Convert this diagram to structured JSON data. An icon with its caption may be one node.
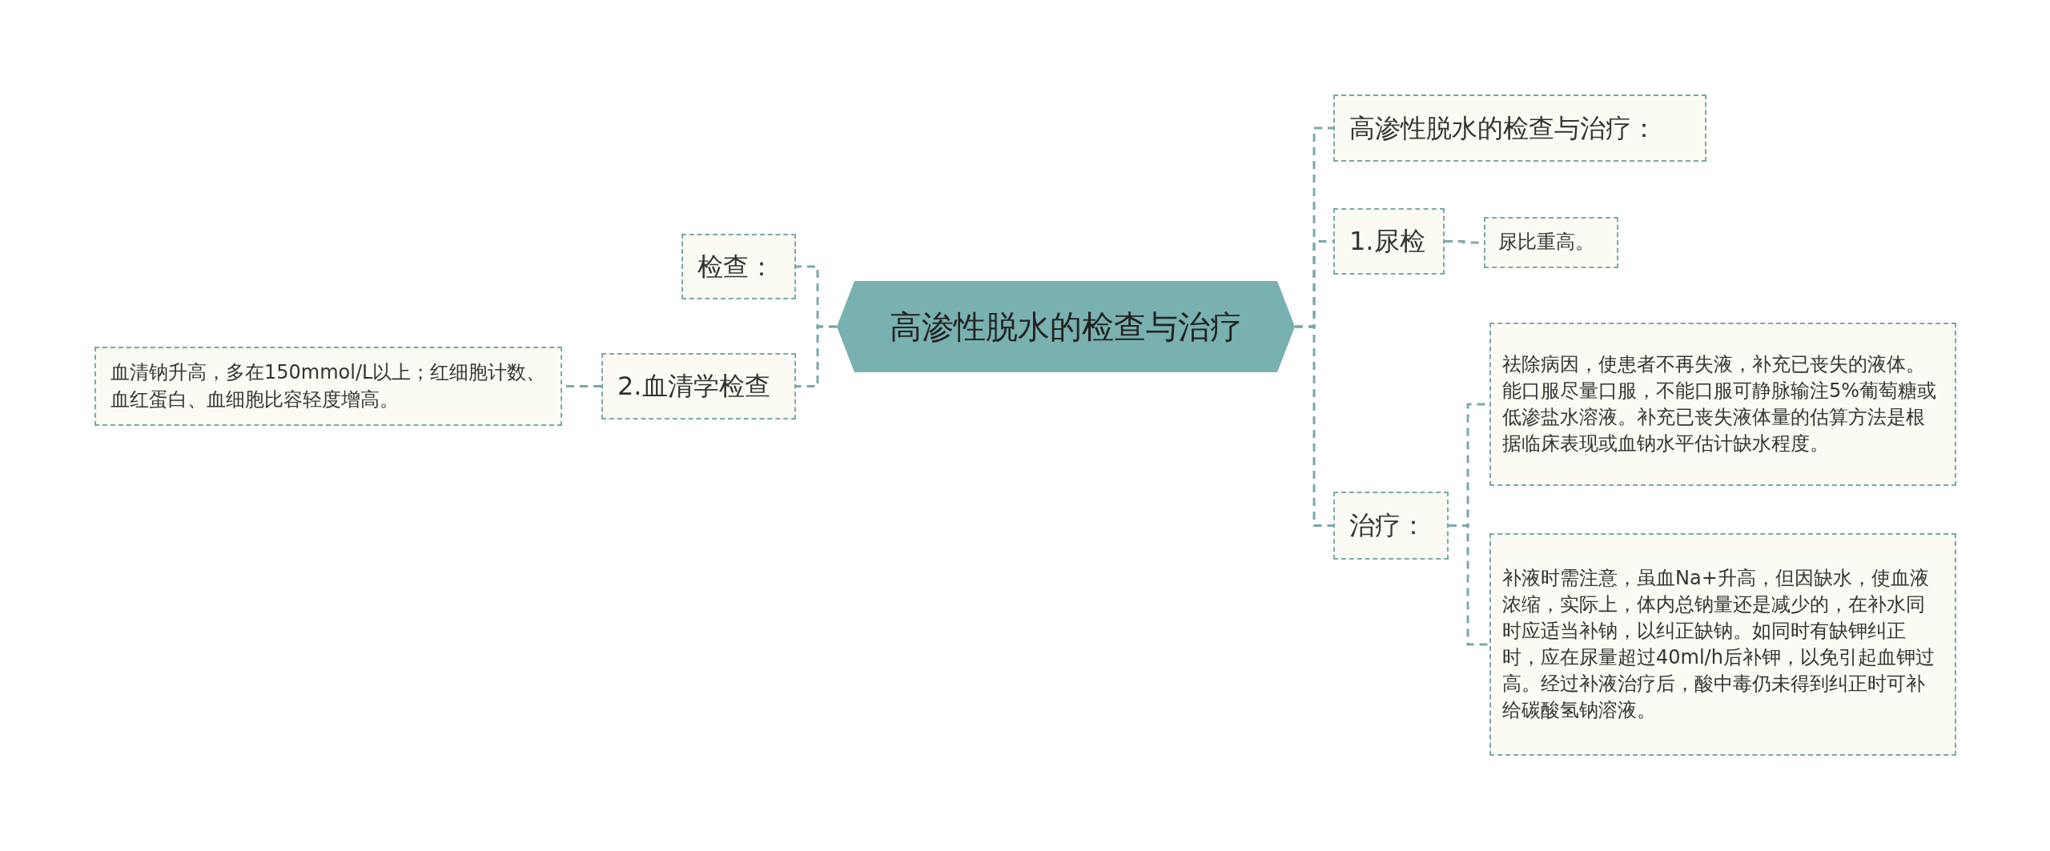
{
  "diagram": {
    "nodes": [
      {
        "text": [
          "高渗性脱水的检查与治疗"
        ]
      },
      {
        "text": [
          "检查："
        ]
      },
      {
        "text": [
          "2.血清学检查"
        ]
      },
      {
        "text": [
          "血清钠升高，多在150mmol/L以上；红细胞计数、血红蛋白、血细胞比容轻度增高。"
        ]
      },
      {
        "text": [
          "高渗性脱水的检查与治疗："
        ]
      },
      {
        "text": [
          "1.尿检"
        ]
      },
      {
        "text": [
          "尿比重高。"
        ]
      },
      {
        "text": [
          "治疗："
        ]
      },
      {
        "text": [
          "祛除病因，使患者不再失液，补充已丧失的液体。能口服尽量口服，不能口服可静脉输注5%葡萄糖或低渗盐水溶液。补充已丧失液体量的估算方法是根据临床表现或血钠水平估计缺水程度。"
        ]
      },
      {
        "text": [
          "补液时需注意，虽血Na+升高，但因缺水，使血液浓缩，实际上，体内总钠量还是减少的，在补水同时应适当补钠，以纠正缺钠。如同时有缺钾纠正时，应在尿量超过40ml/h后补钾，以免引起血钾过高。经过补液治疗后，酸中毒仍未得到纠正时可补给碳酸氢钠溶液。"
        ]
      }
    ],
    "edges": [
      {
        "from": 0,
        "to": 1,
        "arrow": "none"
      },
      {
        "from": 0,
        "to": 2,
        "arrow": "none"
      },
      {
        "from": 2,
        "to": 3,
        "arrow": "none"
      },
      {
        "from": 0,
        "to": 4,
        "arrow": "none"
      },
      {
        "from": 0,
        "to": 5,
        "arrow": "none"
      },
      {
        "from": 5,
        "to": 6,
        "arrow": "none"
      },
      {
        "from": 0,
        "to": 7,
        "arrow": "none"
      },
      {
        "from": 7,
        "to": 8,
        "arrow": "none"
      },
      {
        "from": 7,
        "to": 9,
        "arrow": "none"
      }
    ]
  }
}
